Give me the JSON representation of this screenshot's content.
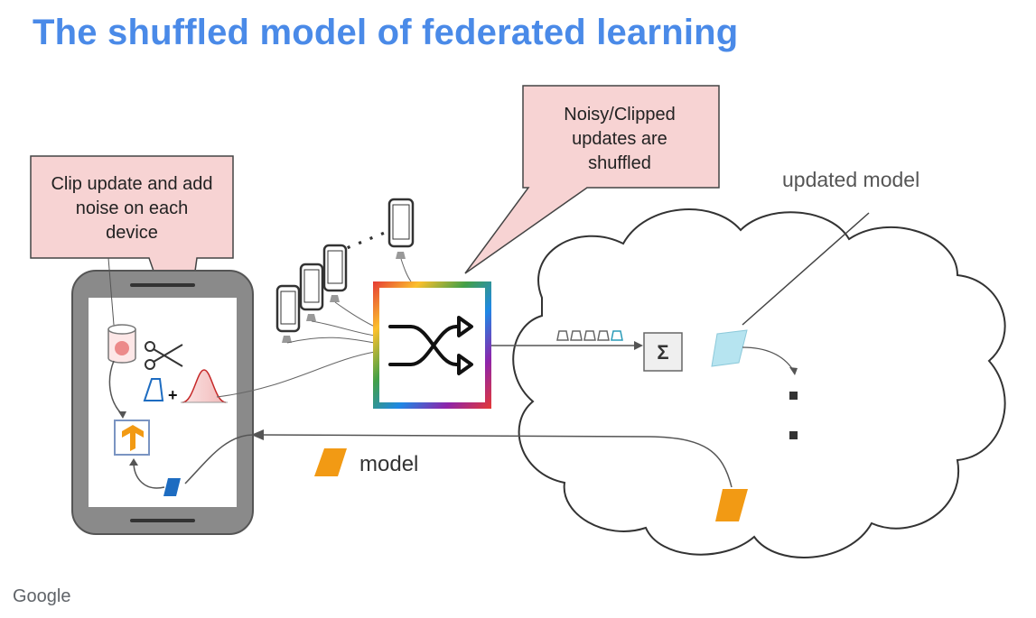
{
  "slide": {
    "title": "The shuffled model of federated learning",
    "logo": "Google"
  },
  "callouts": {
    "device": [
      "Clip update and add",
      "noise on each",
      "device"
    ],
    "shuffler": [
      "Noisy/Clipped",
      "updates are",
      "shuffled"
    ]
  },
  "labels": {
    "updated_model": "updated model",
    "model": "model",
    "sum_symbol": "Σ",
    "plus_symbol": "+",
    "ellipsis": "· · · ·"
  },
  "colors": {
    "title": "#4a8ae8",
    "callout_fill": "#f7d3d3",
    "phone_body": "#8a8a8a",
    "model_orange": "#f29a14",
    "update_blue": "#1d6cc1",
    "updated_light_blue": "#b6e4f0"
  },
  "icons": [
    "phone-icon",
    "database-icon",
    "scissors-icon",
    "bell-curve-icon",
    "tensorflow-logo-icon",
    "shuffle-icon",
    "sum-icon",
    "cloud-icon"
  ]
}
